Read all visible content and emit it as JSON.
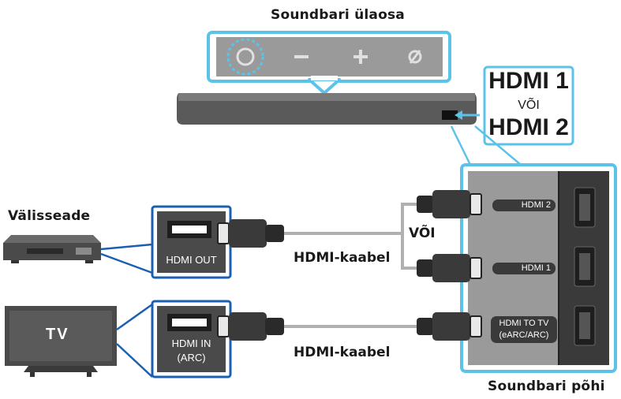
{
  "labels": {
    "soundbar_top": "Soundbari ülaosa",
    "soundbar_bottom": "Soundbari põhi",
    "external_device": "Välisseade",
    "cable_top": "HDMI-kaabel",
    "cable_bottom": "HDMI-kaabel",
    "or_middle": "VÕI"
  },
  "callout": {
    "hdmi1": "HDMI 1",
    "or": "VÕI",
    "hdmi2": "HDMI 2"
  },
  "devices": {
    "tv_label": "TV",
    "hdmi_out": "HDMI OUT",
    "hdmi_in_line1": "HDMI IN",
    "hdmi_in_line2": "(ARC)"
  },
  "soundbar_ports": {
    "hdmi2": "HDMI 2",
    "hdmi1": "HDMI 1",
    "hdmi_to_tv_line1": "HDMI TO TV",
    "hdmi_to_tv_line2": "(eARC/ARC)"
  },
  "top_buttons": {
    "minus": "–",
    "plus": "+"
  },
  "colors": {
    "callout_blue": "#5cc3e8",
    "device_blue": "#1b5fb0",
    "panel_gray": "#9a9a9a",
    "cable_gray": "#b0b0b0",
    "soundbar_dark": "#4a4a4a"
  }
}
